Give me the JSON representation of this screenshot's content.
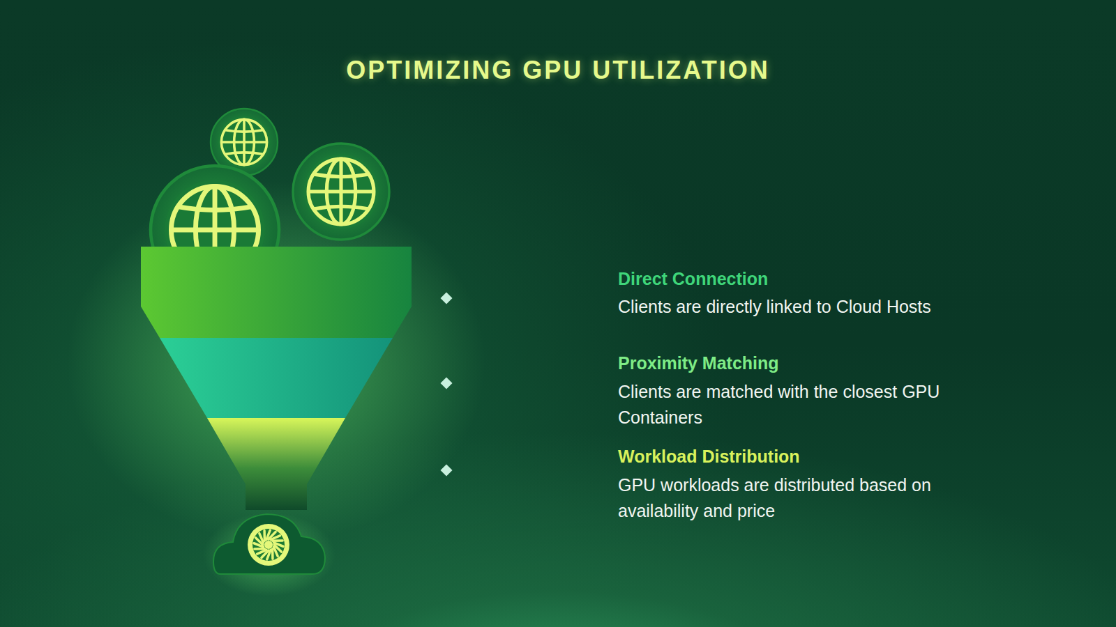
{
  "diagram": {
    "title": "OPTIMIZING GPU UTILIZATION",
    "labels": [
      "Direct Connection",
      "Clients are directly linked to Cloud Hosts",
      "Proximity Matching",
      "Clients are matched with the closest GPU Containers",
      "Workload Distribution",
      "GPU workloads are distributed based on availability and price"
    ]
  }
}
